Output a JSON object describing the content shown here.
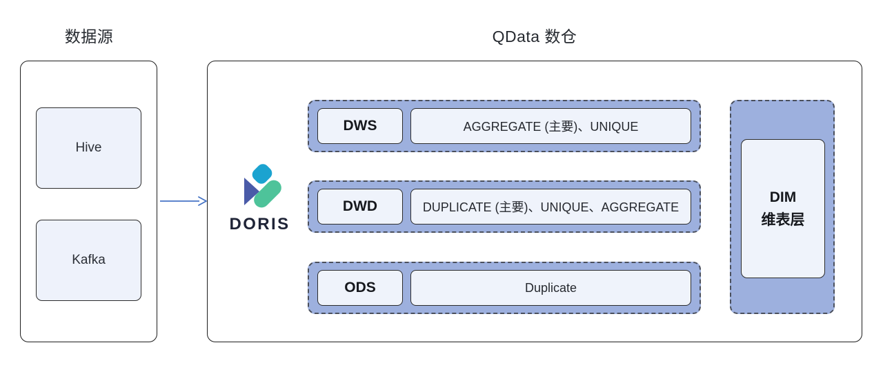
{
  "headings": {
    "source": "数据源",
    "warehouse": "QData 数仓"
  },
  "source_panel": {
    "items": [
      {
        "name": "hive",
        "label": "Hive"
      },
      {
        "name": "kafka",
        "label": "Kafka"
      }
    ]
  },
  "flow": {
    "arrow_icon": "arrow-right-icon",
    "arrow_color": "#4472c4"
  },
  "engine": {
    "logo_icon": "doris-logo-icon",
    "wordmark": "DORIS",
    "logo_colors": {
      "cyan": "#1ba3d0",
      "indigo": "#4a5ba8",
      "green": "#4ec39a"
    }
  },
  "layers": [
    {
      "name": "dws",
      "tag": "DWS",
      "models": "AGGREGATE (主要)、UNIQUE"
    },
    {
      "name": "dwd",
      "tag": "DWD",
      "models": "DUPLICATE (主要)、UNIQUE、AGGREGATE"
    },
    {
      "name": "ods",
      "tag": "ODS",
      "models": "Duplicate"
    }
  ],
  "dim": {
    "name": "dim",
    "title": "DIM",
    "subtitle": "维表层"
  },
  "palette": {
    "band_fill": "#9db0de",
    "card_fill": "#eff3fb",
    "band_border": "#4a4f5c",
    "card_border": "#2b2b2b",
    "panel_border": "#1c1c1c",
    "text": "#1f2328",
    "background": "#ffffff"
  }
}
